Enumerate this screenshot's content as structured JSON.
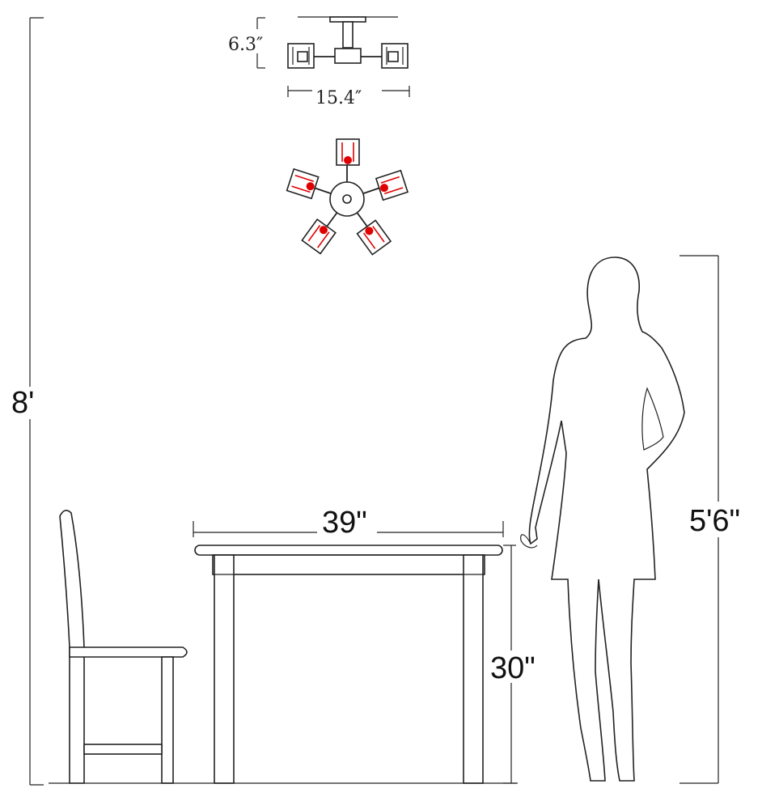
{
  "dimensions": {
    "fixture_height": "6.3″",
    "fixture_width": "15.4″",
    "ceiling_height": "8'",
    "table_width": "39\"",
    "table_height": "30\"",
    "person_height": "5'6\""
  },
  "colors": {
    "line": "#222222",
    "accent": "#e00000",
    "background": "#ffffff"
  }
}
